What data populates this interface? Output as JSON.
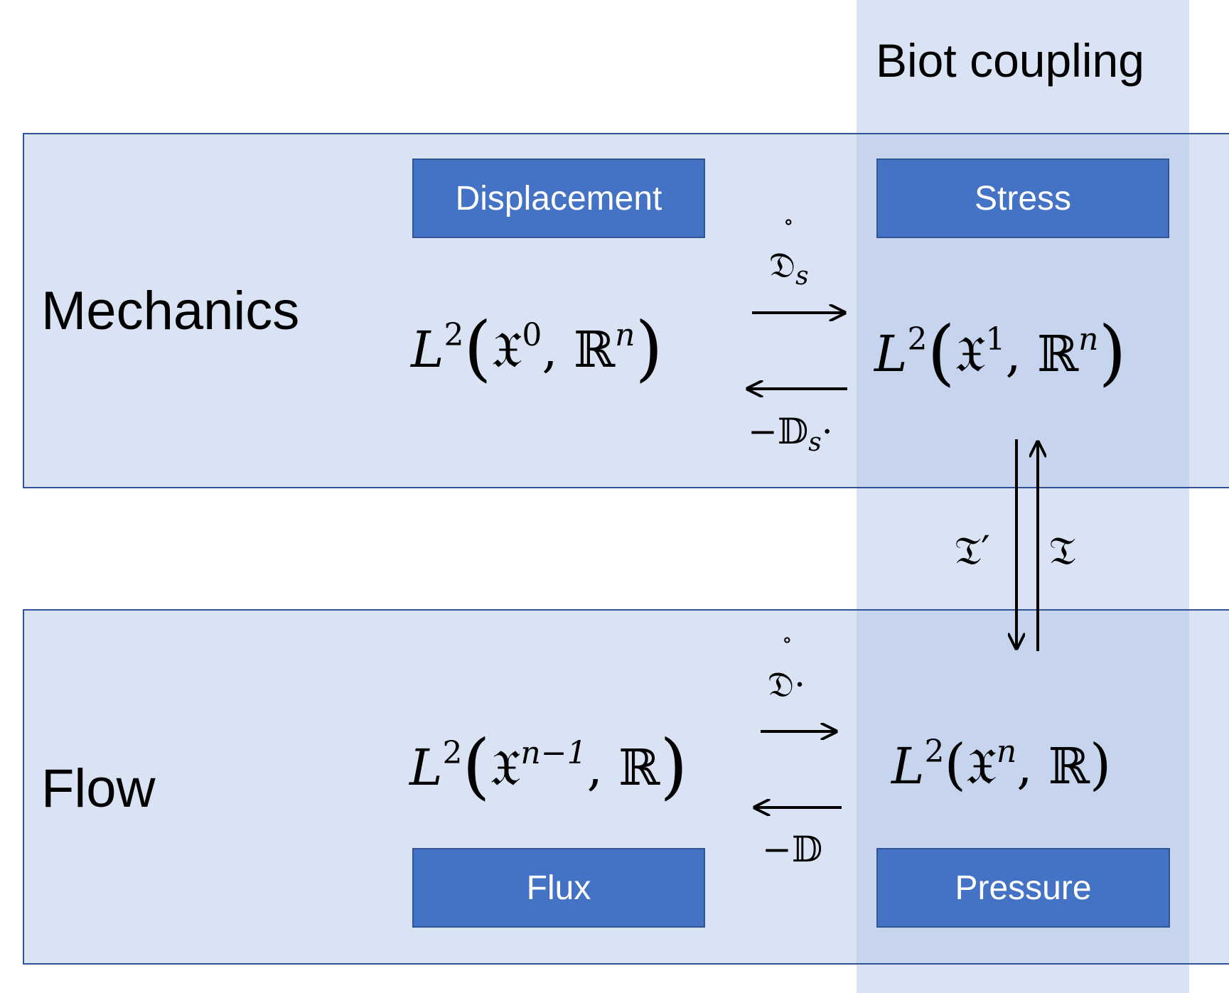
{
  "coupling": {
    "title": "Biot coupling"
  },
  "mechanics": {
    "label": "Mechanics",
    "left_box": "Displacement",
    "right_box": "Stress",
    "left_space": {
      "base": "L",
      "sup": "2",
      "frak": "𝔛",
      "frak_sup": "0",
      "field": "ℝ",
      "field_sup": "n"
    },
    "right_space": {
      "base": "L",
      "sup": "2",
      "frak": "𝔛",
      "frak_sup": "1",
      "field": "ℝ",
      "field_sup": "n"
    },
    "forward_op": {
      "accent": "∘",
      "sym": "𝔇",
      "sub": "s"
    },
    "backward_op": {
      "sym": "−𝔻",
      "sub": "s",
      "dot": "·"
    }
  },
  "coupling_ops": {
    "down": "𝔗′",
    "up": "𝔗"
  },
  "flow": {
    "label": "Flow",
    "left_box": "Flux",
    "right_box": "Pressure",
    "left_space": {
      "base": "L",
      "sup": "2",
      "frak": "𝔛",
      "frak_sup": "n−1",
      "field": "ℝ"
    },
    "right_space": {
      "base": "L",
      "sup": "2",
      "frak": "𝔛",
      "frak_sup": "n",
      "field": "ℝ"
    },
    "forward_op": {
      "accent": "∘",
      "sym": "𝔇",
      "dot": "·"
    },
    "backward_op": {
      "sym": "−𝔻"
    }
  },
  "colors": {
    "box_fill": "#4472C4",
    "box_border": "#2F5597",
    "panel_fill": "#DAE3F3",
    "band_fill": "#B4C7E7"
  }
}
